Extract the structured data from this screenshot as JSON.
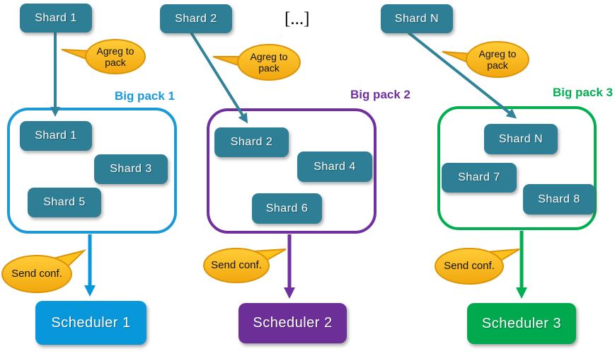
{
  "ellipsis": "[...]",
  "colors": {
    "shard_teal": "#2E7F96",
    "arrow_teal": "#31839A",
    "pack1_blue": "#1B9AD7",
    "pack2_purple": "#7030A0",
    "pack3_green": "#00B050",
    "scheduler1_fill": "#0997DB",
    "scheduler2_fill": "#6C2F97",
    "scheduler3_fill": "#00A94E",
    "bubble_yellow_top": "#FFCD37",
    "bubble_yellow_bottom": "#F2A70E",
    "bubble_border_orange": "#DE9306"
  },
  "columns": [
    {
      "top_shard": "Shard 1",
      "agreg_label": "Agreg to pack",
      "pack_title": "Big pack 1",
      "pack_shards": [
        "Shard 1",
        "Shard 3",
        "Shard 5"
      ],
      "send_label": "Send conf.",
      "scheduler": "Scheduler 1"
    },
    {
      "top_shard": "Shard 2",
      "agreg_label": "Agreg to pack",
      "pack_title": "Big pack 2",
      "pack_shards": [
        "Shard 2",
        "Shard 4",
        "Shard 6"
      ],
      "send_label": "Send conf.",
      "scheduler": "Scheduler 2"
    },
    {
      "top_shard": "Shard N",
      "agreg_label": "Agreg to pack",
      "pack_title": "Big pack 3",
      "pack_shards": [
        "Shard N",
        "Shard 7",
        "Shard 8"
      ],
      "send_label": "Send conf.",
      "scheduler": "Scheduler 3"
    }
  ]
}
